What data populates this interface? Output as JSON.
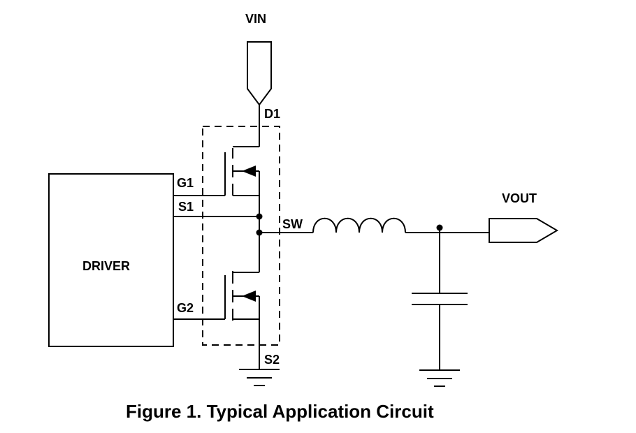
{
  "labels": {
    "vin": "VIN",
    "d1": "D1",
    "g1": "G1",
    "s1": "S1",
    "sw": "SW",
    "g2": "G2",
    "s2": "S2",
    "vout": "VOUT",
    "driver": "DRIVER"
  },
  "caption": "Figure 1. Typical Application Circuit"
}
